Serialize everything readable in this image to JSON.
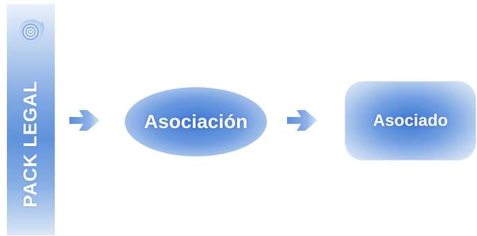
{
  "banner": {
    "logo_icon": "spiral-shell-icon",
    "title": "PACK LEGAL"
  },
  "flow": {
    "arrow_icon": "chevron-arrow-right-icon",
    "step1_label": "Asociación",
    "step2_label": "Asociado"
  },
  "colors": {
    "primary_blue": "#3e78d4",
    "light_blue": "#dde8f7",
    "text": "#ffffff"
  }
}
